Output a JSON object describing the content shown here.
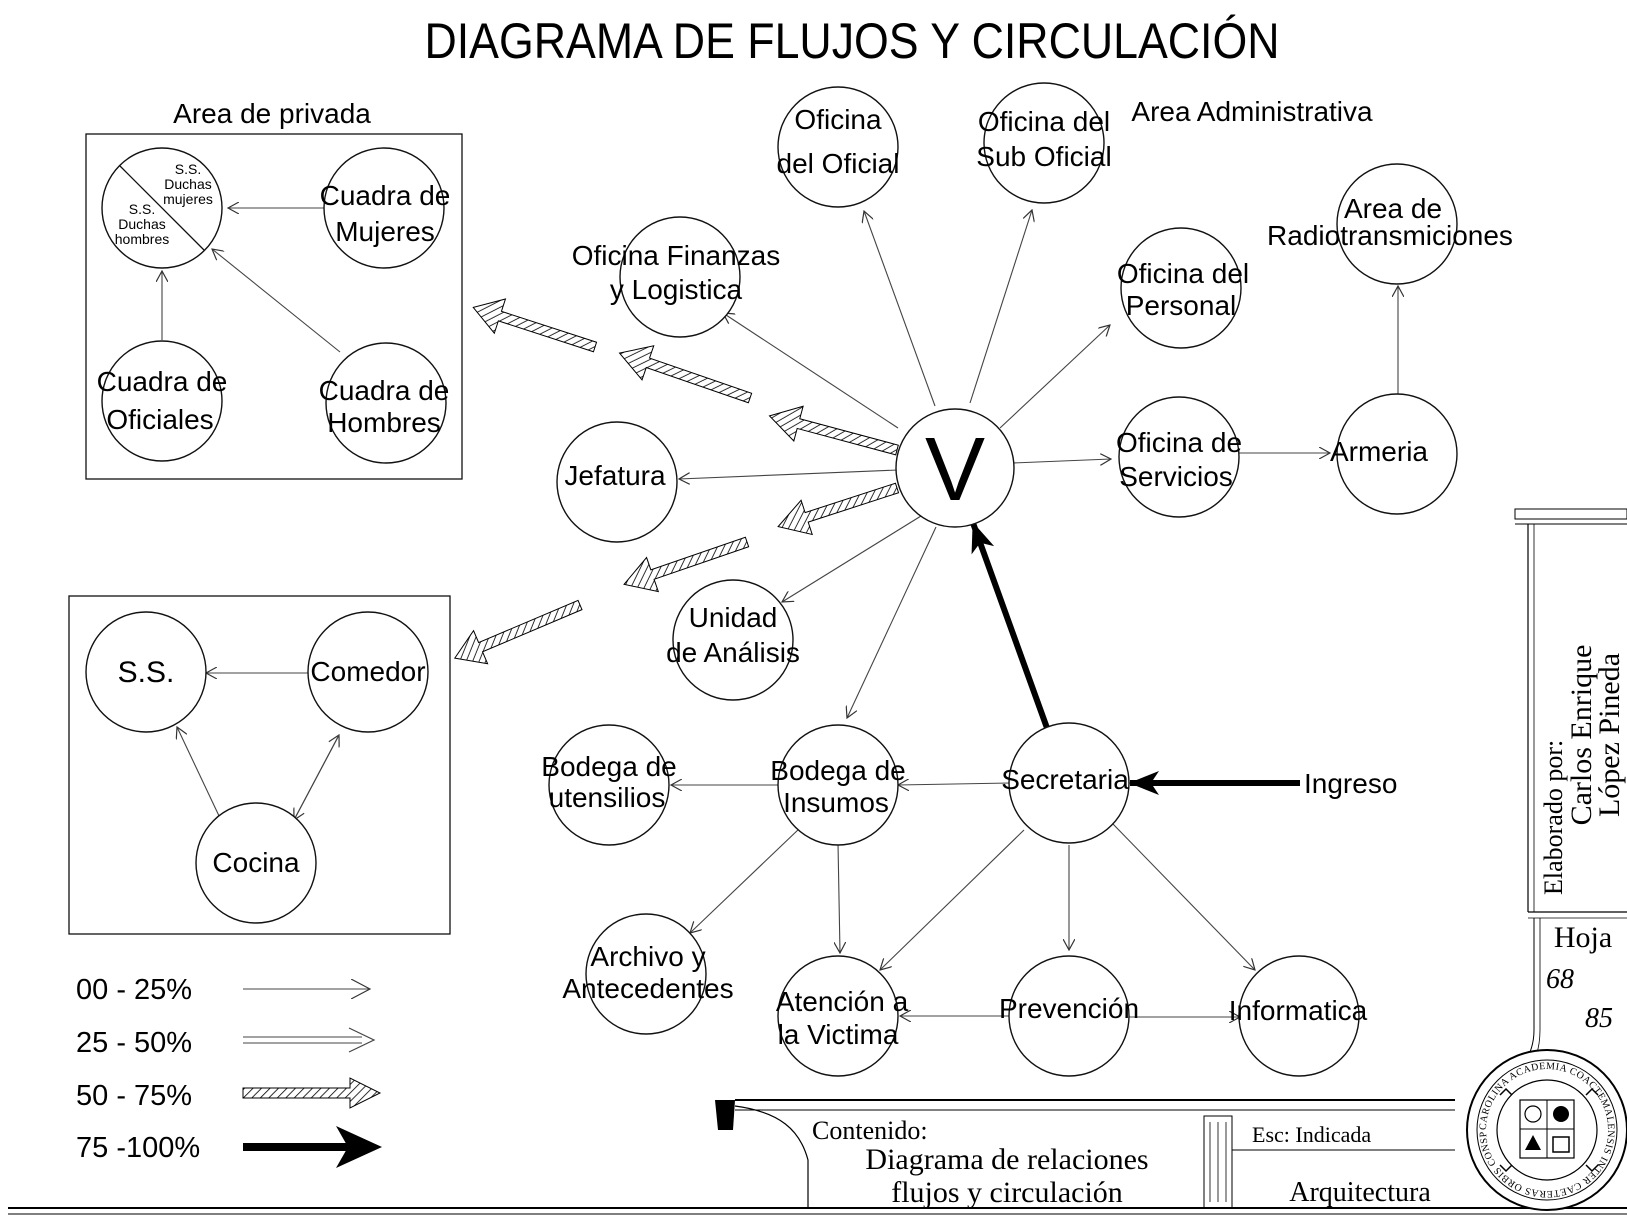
{
  "title": "DIAGRAMA DE FLUJOS Y CIRCULACIÓN",
  "area_labels": {
    "privada": "Area de privada",
    "administrativa": "Area Administrativa"
  },
  "nodes": {
    "v": [
      "V"
    ],
    "oficina_oficial": [
      "Oficina",
      "del Oficial"
    ],
    "oficina_suboficial": [
      "Oficina del",
      "Sub Oficial"
    ],
    "oficina_finanzas": [
      "Oficina Finanzas",
      "y Logistica"
    ],
    "oficina_personal": [
      "Oficina del",
      "Personal"
    ],
    "radiotransmiciones": [
      "Area de",
      "Radiotransmiciones"
    ],
    "jefatura": [
      "Jefatura"
    ],
    "oficina_servicios": [
      "Oficina de",
      "Servicios"
    ],
    "armeria": [
      "Armeria"
    ],
    "unidad_analisis": [
      "Unidad",
      "de Análisis"
    ],
    "bodega_utensilios": [
      "Bodega de",
      "utensilios"
    ],
    "bodega_insumos": [
      "Bodega de",
      "Insumos"
    ],
    "secretaria": [
      "Secretaria"
    ],
    "archivo": [
      "Archivo y",
      "Antecedentes"
    ],
    "atencion_victima": [
      "Atención a",
      "la Victima"
    ],
    "prevencion": [
      "Prevención"
    ],
    "informatica": [
      "Informatica"
    ],
    "cuadra_mujeres": [
      "Cuadra de",
      "Mujeres"
    ],
    "cuadra_oficiales": [
      "Cuadra de",
      "Oficiales"
    ],
    "cuadra_hombres": [
      "Cuadra de",
      "Hombres"
    ],
    "ss": [
      "S.S."
    ],
    "comedor": [
      "Comedor"
    ],
    "cocina": [
      "Cocina"
    ]
  },
  "duchas": {
    "upper": [
      "S.S.",
      "Duchas",
      "mujeres"
    ],
    "lower": [
      "S.S.",
      "Duchas",
      "hombres"
    ]
  },
  "ingreso": "Ingreso",
  "legend": [
    {
      "label": "00 - 25%",
      "weight": "thin"
    },
    {
      "label": "25 - 50%",
      "weight": "double"
    },
    {
      "label": "50 - 75%",
      "weight": "hatched"
    },
    {
      "label": "75 -100%",
      "weight": "bold"
    }
  ],
  "title_block": {
    "elaborado_por": "Elaborado por:",
    "author_line1": "Carlos Enrique",
    "author_line2": "López Pineda",
    "hoja_label": "Hoja",
    "hoja_num": "68",
    "hoja_total": "85",
    "contenido_label": "Contenido:",
    "contenido_line1": "Diagrama de relaciones",
    "contenido_line2": "flujos y circulación",
    "escala": "Esc: Indicada",
    "carrera": "Arquitectura",
    "seal_text": "CAROLINA ACADEMIA COACTEMALENSIS INTER CAETERAS ORBIS CONSPICUA"
  }
}
